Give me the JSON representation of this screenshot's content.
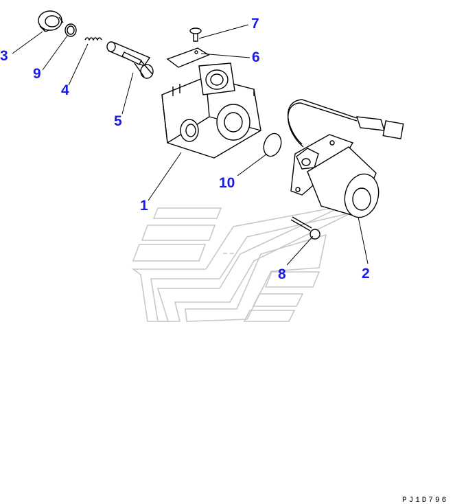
{
  "diagram": {
    "callouts": {
      "c1": "1",
      "c2": "2",
      "c3": "3",
      "c4": "4",
      "c5": "5",
      "c6": "6",
      "c7": "7",
      "c8": "8",
      "c9": "9",
      "c10": "10"
    },
    "drawing_code": "PJ1D796",
    "colors": {
      "callout": "#1a1ae6",
      "line": "#000000",
      "watermark": "#c8c8c8"
    }
  }
}
